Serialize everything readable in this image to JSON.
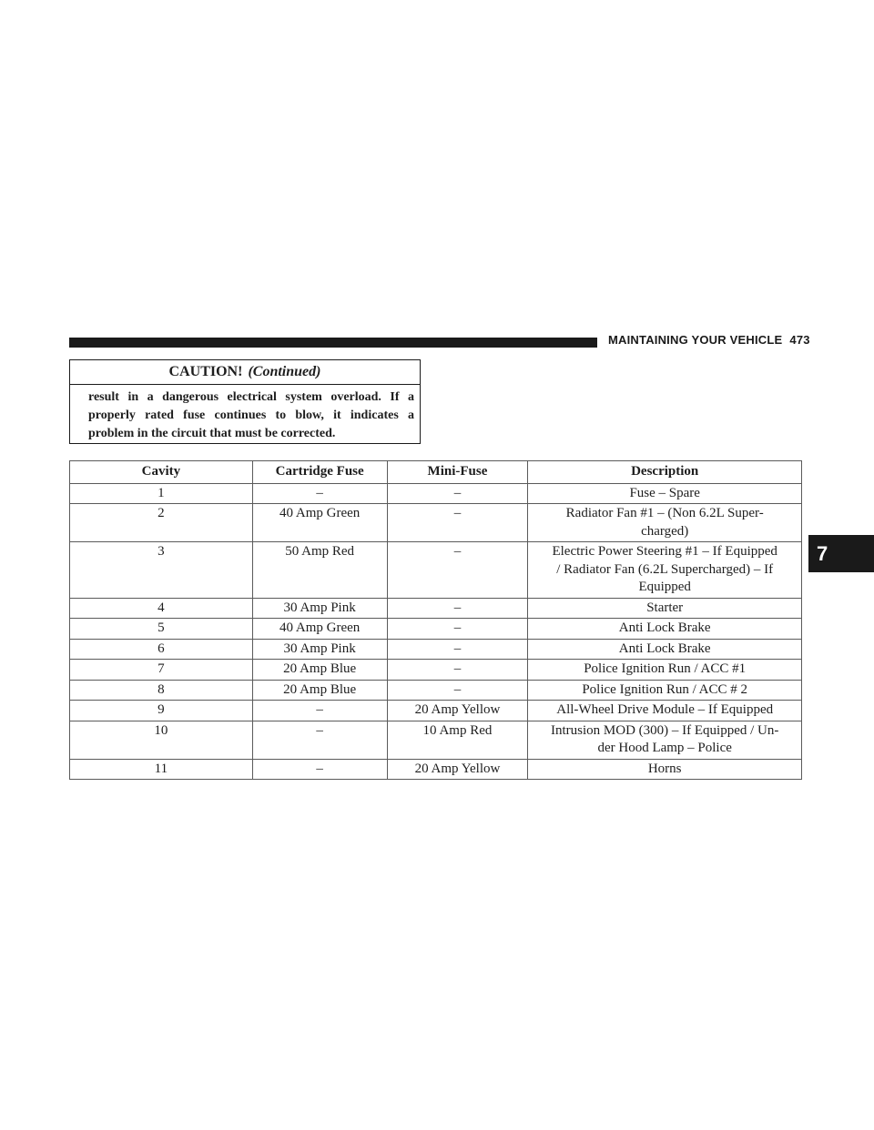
{
  "header": {
    "section_title": "MAINTAINING YOUR VEHICLE",
    "page_number": "473",
    "chapter_tab": "7"
  },
  "caution": {
    "title": "CAUTION!",
    "continued": "(Continued)",
    "body": "result in a dangerous electrical system overload. If a properly rated fuse continues to blow, it indicates a problem in the circuit that must be corrected."
  },
  "fuse_table": {
    "headers": [
      "Cavity",
      "Cartridge Fuse",
      "Mini-Fuse",
      "Description"
    ],
    "rows": [
      [
        "1",
        "–",
        "–",
        "Fuse – Spare"
      ],
      [
        "2",
        "40 Amp Green",
        "–",
        "Radiator Fan #1 – (Non 6.2L Super-\ncharged)"
      ],
      [
        "3",
        "50 Amp Red",
        "–",
        "Electric Power Steering #1 – If Equipped\n/ Radiator Fan (6.2L Supercharged) – If\nEquipped"
      ],
      [
        "4",
        "30 Amp Pink",
        "–",
        "Starter"
      ],
      [
        "5",
        "40 Amp Green",
        "–",
        "Anti Lock Brake"
      ],
      [
        "6",
        "30 Amp Pink",
        "–",
        "Anti Lock Brake"
      ],
      [
        "7",
        "20 Amp Blue",
        "–",
        "Police Ignition Run / ACC #1"
      ],
      [
        "8",
        "20 Amp Blue",
        "–",
        "Police Ignition Run / ACC # 2"
      ],
      [
        "9",
        "–",
        "20 Amp Yellow",
        "All-Wheel Drive Module – If Equipped"
      ],
      [
        "10",
        "–",
        "10 Amp Red",
        "Intrusion MOD (300) – If Equipped / Un-\nder Hood Lamp – Police"
      ],
      [
        "11",
        "–",
        "20 Amp Yellow",
        "Horns"
      ]
    ]
  }
}
